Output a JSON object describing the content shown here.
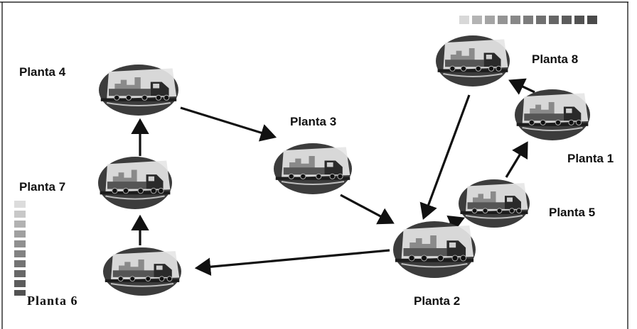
{
  "diagram": {
    "nodes": [
      {
        "id": "p4",
        "label": "Planta 4"
      },
      {
        "id": "p3",
        "label": "Planta 3"
      },
      {
        "id": "p7",
        "label": "Planta 7"
      },
      {
        "id": "p6",
        "label": "Planta 6"
      },
      {
        "id": "p2",
        "label": "Planta 2"
      },
      {
        "id": "p5",
        "label": "Planta 5"
      },
      {
        "id": "p1",
        "label": "Planta 1"
      },
      {
        "id": "p8",
        "label": "Planta 8"
      }
    ],
    "edges": [
      {
        "from": "p4",
        "to": "p3"
      },
      {
        "from": "p3",
        "to": "p2"
      },
      {
        "from": "p2",
        "to": "p6"
      },
      {
        "from": "p6",
        "to": "p7"
      },
      {
        "from": "p7",
        "to": "p4"
      },
      {
        "from": "p2",
        "to": "p5"
      },
      {
        "from": "p5",
        "to": "p1"
      },
      {
        "from": "p1",
        "to": "p8"
      },
      {
        "from": "p8",
        "to": "p2"
      }
    ],
    "colors": {
      "background": "#ffffff",
      "ink": "#111111",
      "ellipse_fill": "#3c3c3c",
      "sky": "#e6e6e6"
    }
  }
}
